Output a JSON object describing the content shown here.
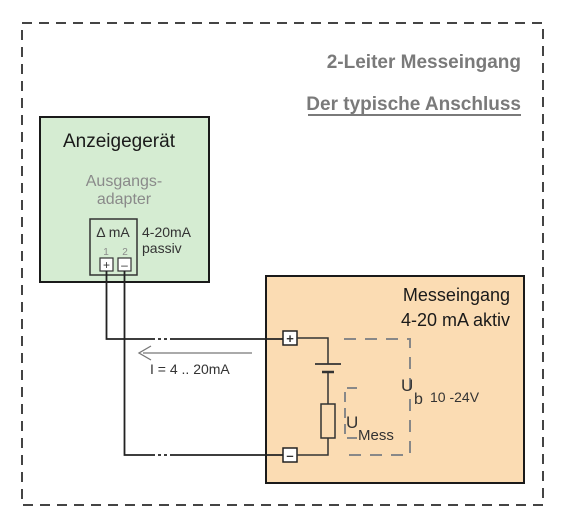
{
  "heading": {
    "title": "2-Leiter Messeingang",
    "subtitle": "Der typische Anschluss"
  },
  "display_device": {
    "title": "Anzeigegerät",
    "adapter_line1": "Ausgangs-",
    "adapter_line2": "adapter",
    "symbol": "Δ mA",
    "pin1": "1",
    "pin2": "2",
    "plus": "+",
    "minus": "–",
    "spec_line1": "4-20mA",
    "spec_line2": "passiv",
    "fill_color": "#d5ecd2"
  },
  "measure_input": {
    "title_line1": "Messeingang",
    "title_line2": "4-20 mA aktiv",
    "plus": "+",
    "minus": "–",
    "fill_color": "#fbdcb3"
  },
  "current_label": "I = 4 .. 20mA",
  "u_mess_main": "U",
  "u_mess_sub": "Mess",
  "u_b_main": "U",
  "u_b_sub": "b",
  "u_b_range": "10 -24V"
}
